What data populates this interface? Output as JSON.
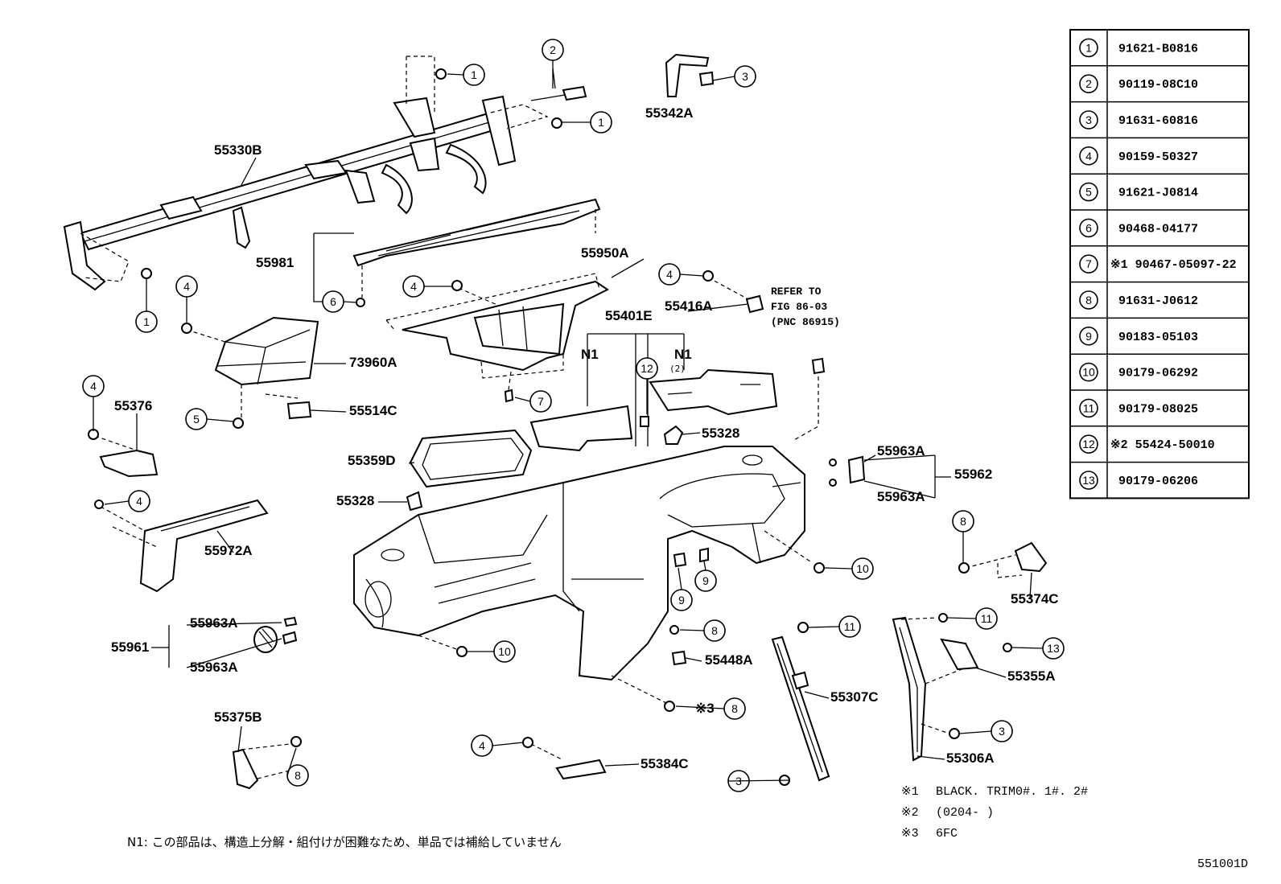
{
  "figure_code": "551001D",
  "refer_note": [
    "REFER TO",
    "FIG 86-03",
    "(PNC 86915)"
  ],
  "footnote_n1": "N1: この部品は、構造上分解・組付けが困難なため、単品では補給していません",
  "notes": [
    {
      "mark": "※1",
      "text": "BLACK. TRIM0#. 1#. 2#"
    },
    {
      "mark": "※2",
      "text": "(0204-       )"
    },
    {
      "mark": "※3",
      "text": "6FC"
    }
  ],
  "parts_table": [
    {
      "ref": "1",
      "pn": "91621-B0816"
    },
    {
      "ref": "2",
      "pn": "90119-08C10"
    },
    {
      "ref": "3",
      "pn": "91631-60816"
    },
    {
      "ref": "4",
      "pn": "90159-50327"
    },
    {
      "ref": "5",
      "pn": "91621-J0814"
    },
    {
      "ref": "6",
      "pn": "90468-04177"
    },
    {
      "ref": "7",
      "pn": "※1 90467-05097-22"
    },
    {
      "ref": "8",
      "pn": "91631-J0612"
    },
    {
      "ref": "9",
      "pn": "90183-05103"
    },
    {
      "ref": "10",
      "pn": "90179-06292"
    },
    {
      "ref": "11",
      "pn": "90179-08025"
    },
    {
      "ref": "12",
      "pn": "※2 55424-50010"
    },
    {
      "ref": "13",
      "pn": "90179-06206"
    }
  ],
  "part_labels": {
    "p55330B": "55330B",
    "p55342A": "55342A",
    "p55981": "55981",
    "p55950A": "55950A",
    "p55416A": "55416A",
    "p55401E": "55401E",
    "pN1a": "N1",
    "pN1b": "N1",
    "pN1b_sub": "(2)",
    "p73960A": "73960A",
    "p55514C": "55514C",
    "p55376": "55376",
    "p55328a": "55328",
    "p55328b": "55328",
    "p55359D": "55359D",
    "p55963A_1": "55963A",
    "p55963A_2": "55963A",
    "p55962": "55962",
    "p55972A": "55972A",
    "p55374C": "55374C",
    "p55963A_3": "55963A",
    "p55963A_4": "55963A",
    "p55961": "55961",
    "p55448A": "55448A",
    "p55307C": "55307C",
    "p55355A": "55355A",
    "p55375B": "55375B",
    "p55384C": "55384C",
    "p55306A": "55306A",
    "mark3": "※3"
  },
  "callouts": [
    {
      "id": "c1a",
      "n": "1"
    },
    {
      "id": "c1b",
      "n": "1"
    },
    {
      "id": "c1c",
      "n": "1"
    },
    {
      "id": "c2",
      "n": "2"
    },
    {
      "id": "c3a",
      "n": "3"
    },
    {
      "id": "c3b",
      "n": "3"
    },
    {
      "id": "c3c",
      "n": "3"
    },
    {
      "id": "c4a",
      "n": "4"
    },
    {
      "id": "c4b",
      "n": "4"
    },
    {
      "id": "c4c",
      "n": "4"
    },
    {
      "id": "c4d",
      "n": "4"
    },
    {
      "id": "c4e",
      "n": "4"
    },
    {
      "id": "c4f",
      "n": "4"
    },
    {
      "id": "c5",
      "n": "5"
    },
    {
      "id": "c6",
      "n": "6"
    },
    {
      "id": "c7",
      "n": "7"
    },
    {
      "id": "c8a",
      "n": "8"
    },
    {
      "id": "c8b",
      "n": "8"
    },
    {
      "id": "c8c",
      "n": "8"
    },
    {
      "id": "c8d",
      "n": "8"
    },
    {
      "id": "c9a",
      "n": "9"
    },
    {
      "id": "c9b",
      "n": "9"
    },
    {
      "id": "c10a",
      "n": "10"
    },
    {
      "id": "c10b",
      "n": "10"
    },
    {
      "id": "c11a",
      "n": "11"
    },
    {
      "id": "c11b",
      "n": "11"
    },
    {
      "id": "c12",
      "n": "12"
    },
    {
      "id": "c13",
      "n": "13"
    }
  ]
}
